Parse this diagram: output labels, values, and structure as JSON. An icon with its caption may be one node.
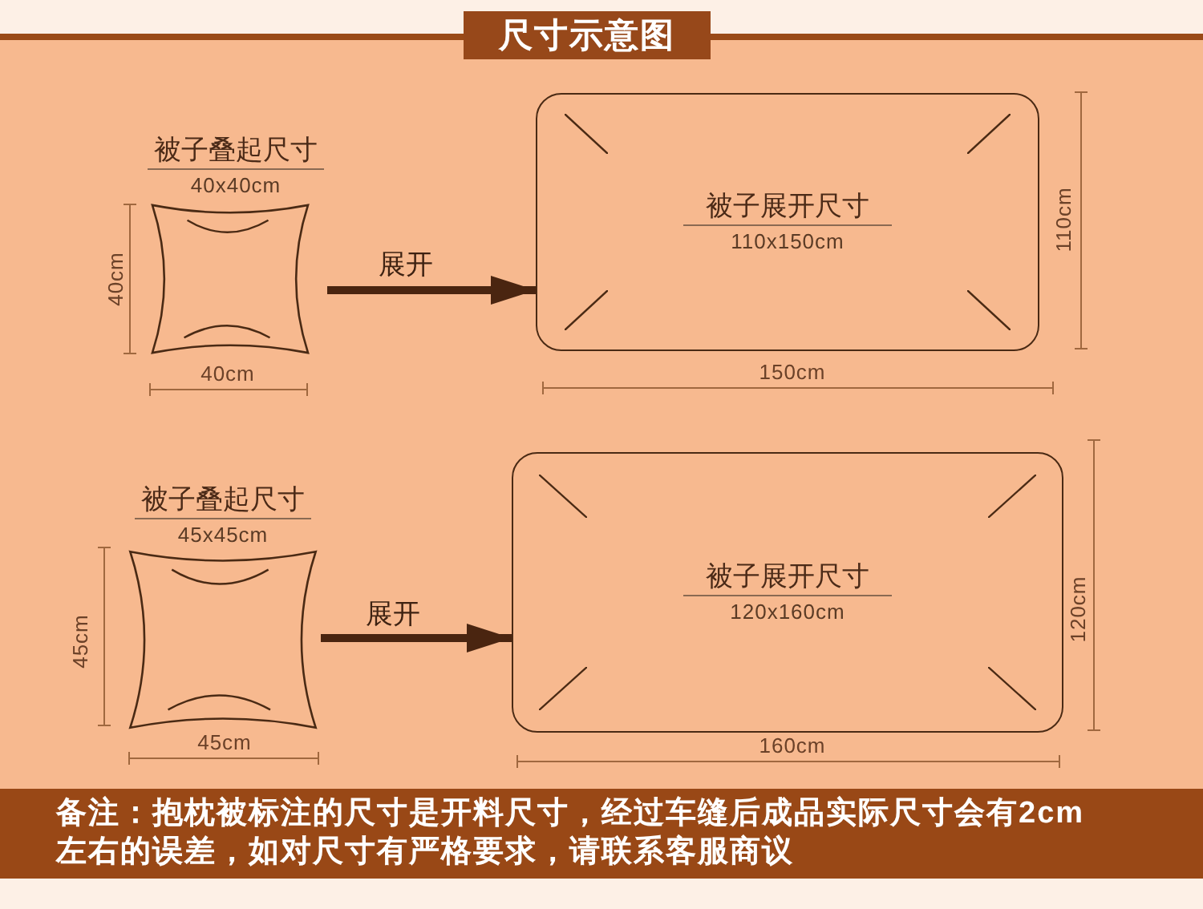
{
  "diagram": {
    "title": "尺寸示意图",
    "nodes": [
      {
        "text": [
          "被子叠起尺寸",
          "40x40cm"
        ]
      },
      {
        "text": [
          "被子展开尺寸",
          "110x150cm"
        ]
      },
      {
        "text": [
          "被子叠起尺寸",
          "45x45cm"
        ]
      },
      {
        "text": [
          "被子展开尺寸",
          "120x160cm"
        ]
      }
    ],
    "edges": [
      {
        "from": 0,
        "to": 1,
        "arrow": "to",
        "label": "展开"
      },
      {
        "from": 2,
        "to": 3,
        "arrow": "to",
        "label": "展开"
      }
    ],
    "labels": [
      "40cm",
      "40cm",
      "110cm",
      "150cm",
      "45cm",
      "45cm",
      "120cm",
      "160cm",
      "备注：抱枕被标注的尺寸是开料尺寸，经过车缝后成品实际尺寸会有2cm左右的误差，如对尺寸有严格要求，请联系客服商议"
    ]
  }
}
